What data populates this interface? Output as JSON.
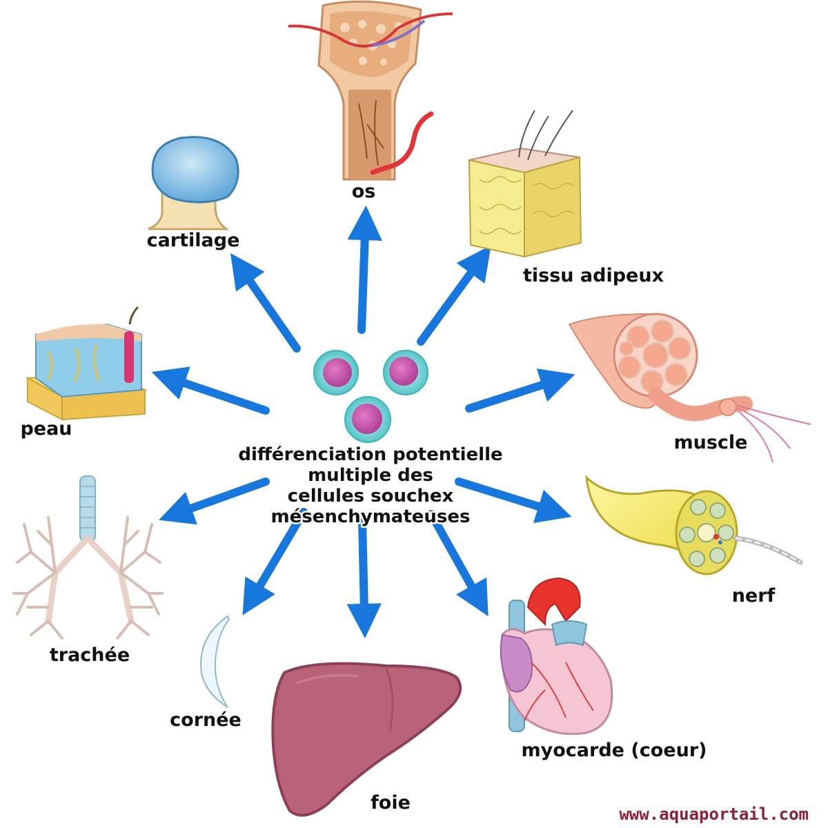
{
  "center": {
    "lines": [
      "différenciation potentielle",
      "multiple des",
      "cellules souchex",
      "mésenchymateuses"
    ]
  },
  "tissues": {
    "os": "os",
    "cartilage": "cartilage",
    "adipose": "tissu adipeux",
    "skin": "peau",
    "muscle": "muscle",
    "trachea": "trachée",
    "nerve": "nerf",
    "cornea": "cornée",
    "liver": "foie",
    "heart": "myocarde (coeur)"
  },
  "watermark": "www.aquaportail.com",
  "colors": {
    "arrow": "#1877dd",
    "cell_outer": "#4fc6c9",
    "cell_nucleus": "#c24fa6",
    "liver": "#b8637a",
    "heart_aorta": "#e8332c",
    "bone": "#eab38e"
  }
}
